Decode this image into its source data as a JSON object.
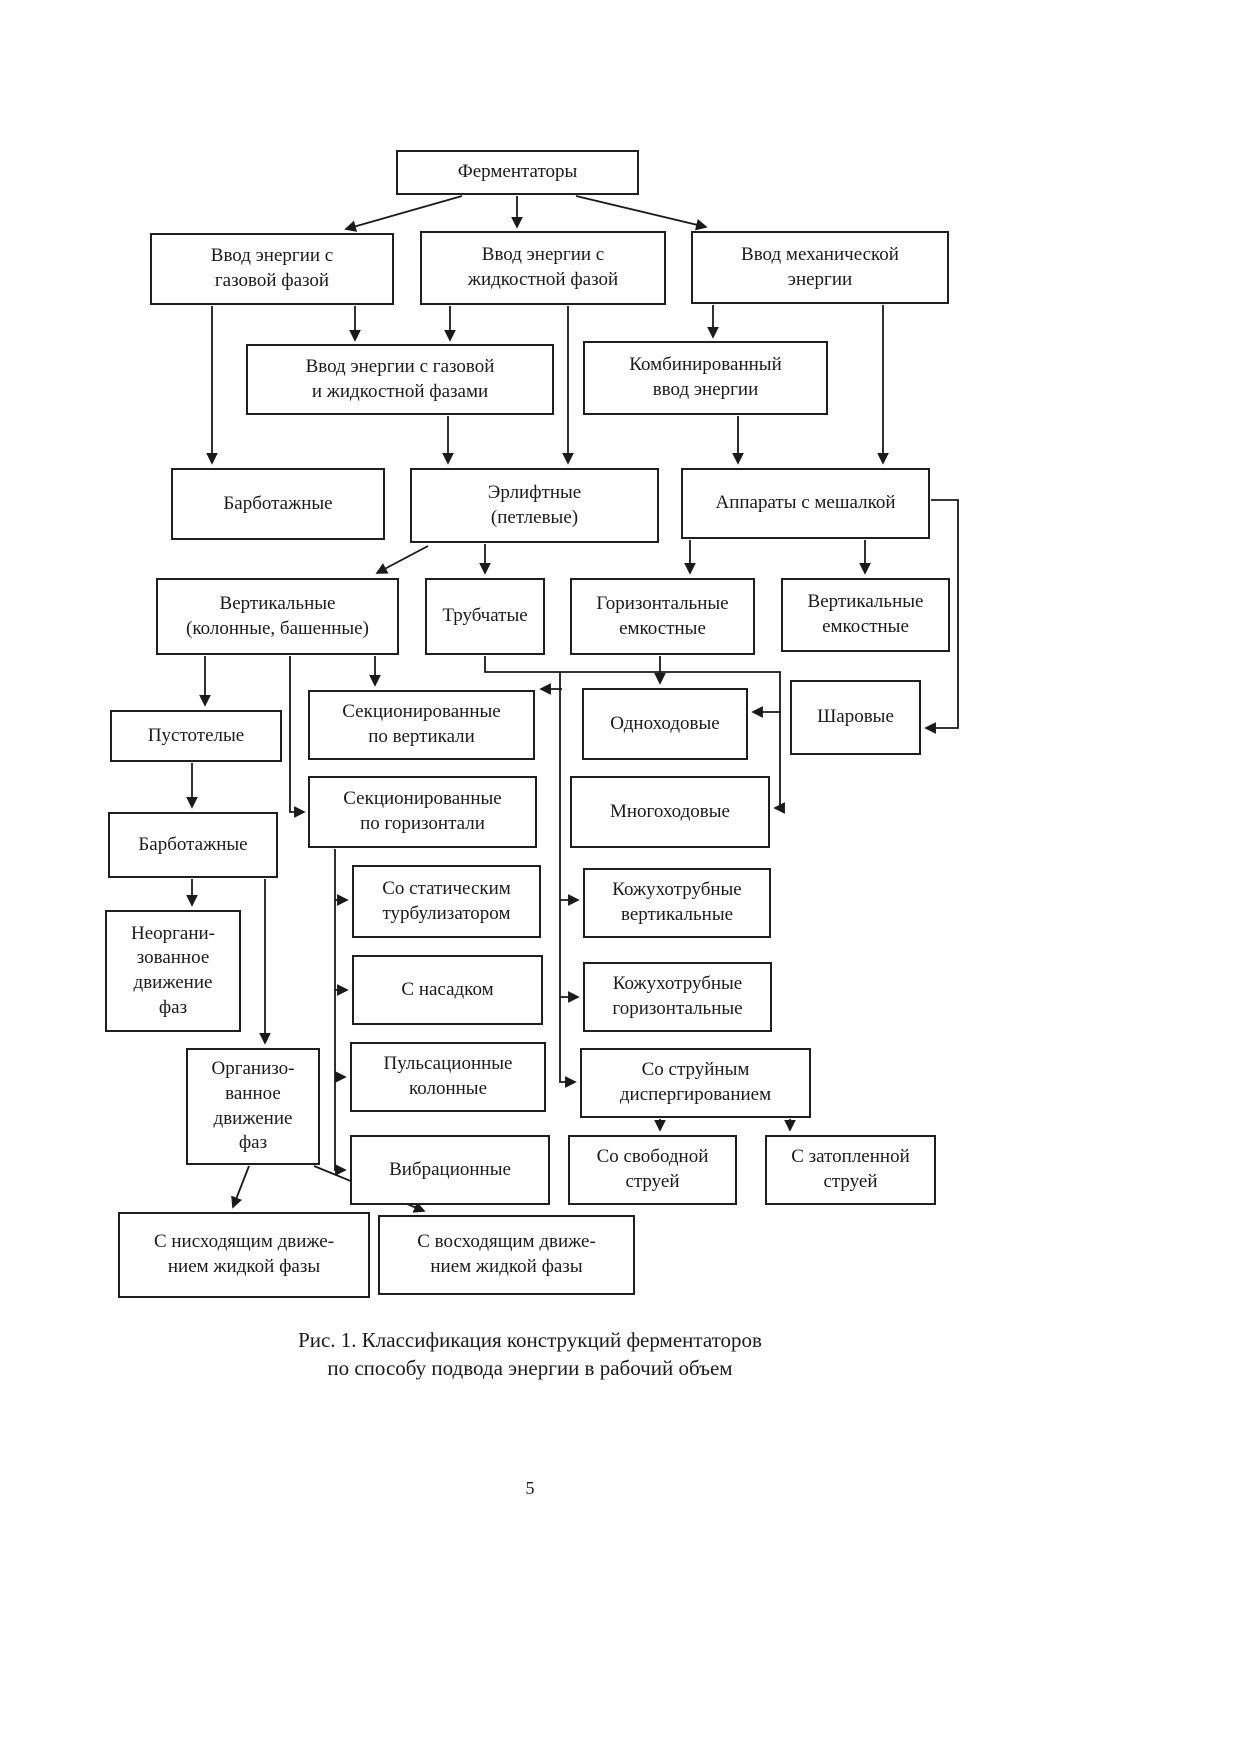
{
  "nodes": {
    "fermentatory": {
      "label": "Ферментаторы"
    },
    "energy_gas": {
      "label": "Ввод энергии с\nгазовой фазой"
    },
    "energy_liquid": {
      "label": "Ввод энергии с\nжидкостной фазой"
    },
    "energy_mech": {
      "label": "Ввод механической\nэнергии"
    },
    "energy_gas_liquid": {
      "label": "Ввод энергии с газовой\nи жидкостной фазами"
    },
    "combined": {
      "label": "Комбинированный\nввод энергии"
    },
    "bubbling_columns": {
      "label": "Барботажные"
    },
    "airlift": {
      "label": "Эрлифтные\n(петлевые)"
    },
    "stirred": {
      "label": "Аппараты с мешалкой"
    },
    "vertical_column": {
      "label": "Вертикальные\n(колонные, башенные)"
    },
    "tubular": {
      "label": "Трубчатые"
    },
    "horizontal_tank": {
      "label": "Горизонтальные\nемкостные"
    },
    "vertical_tank": {
      "label": "Вертикальные\nемкостные"
    },
    "hollow": {
      "label": "Пустотелые"
    },
    "sectioned_vertical": {
      "label": "Секционированные\nпо вертикали"
    },
    "single_pass": {
      "label": "Одноходовые"
    },
    "spherical": {
      "label": "Шаровые"
    },
    "sectioned_horizontal": {
      "label": "Секционированные\nпо горизонтали"
    },
    "multi_pass": {
      "label": "Многоходовые"
    },
    "bubbling_moving": {
      "label": "Барботажные"
    },
    "static_turbulizer": {
      "label": "Со статическим\nтурбулизатором"
    },
    "shell_tube_vertical": {
      "label": "Кожухотрубные\nвертикальные"
    },
    "unorganized": {
      "label": "Неоргани-\nзованное\nдвижение\nфаз"
    },
    "packed": {
      "label": "С насадком"
    },
    "shell_tube_horizontal": {
      "label": "Кожухотрубные\nгоризонтальные"
    },
    "organized": {
      "label": "Организо-\nванное\nдвижение\nфаз"
    },
    "pulsation_columns": {
      "label": "Пульсационные\nколонные"
    },
    "jet_dispersion": {
      "label": "Со струйным\nдиспергированием"
    },
    "vibration": {
      "label": "Вибрационные"
    },
    "free_jet": {
      "label": "Со свободной\nструей"
    },
    "submerged_jet": {
      "label": "С затопленной\nструей"
    },
    "descending": {
      "label": "С нисходящим движе-\nнием жидкой фазы"
    },
    "ascending": {
      "label": "С восходящим движе-\nнием жидкой фазы"
    }
  },
  "edges": [
    {
      "from": "fermentatory",
      "to": "energy_gas"
    },
    {
      "from": "fermentatory",
      "to": "energy_liquid"
    },
    {
      "from": "fermentatory",
      "to": "energy_mech"
    },
    {
      "from": "energy_gas",
      "to": "energy_gas_liquid"
    },
    {
      "from": "energy_liquid",
      "to": "energy_gas_liquid"
    },
    {
      "from": "energy_mech",
      "to": "combined"
    },
    {
      "from": "energy_gas",
      "to": "bubbling_columns"
    },
    {
      "from": "energy_gas_liquid",
      "to": "airlift"
    },
    {
      "from": "energy_liquid",
      "to": "airlift"
    },
    {
      "from": "combined",
      "to": "stirred"
    },
    {
      "from": "energy_mech",
      "to": "stirred"
    },
    {
      "from": "airlift",
      "to": "vertical_column"
    },
    {
      "from": "airlift",
      "to": "tubular"
    },
    {
      "from": "stirred",
      "to": "horizontal_tank"
    },
    {
      "from": "stirred",
      "to": "vertical_tank"
    },
    {
      "from": "stirred",
      "to": "spherical"
    },
    {
      "from": "vertical_column",
      "to": "hollow"
    },
    {
      "from": "vertical_column",
      "to": "sectioned_vertical"
    },
    {
      "from": "vertical_column",
      "to": "sectioned_horizontal"
    },
    {
      "from": "tubular",
      "to": "sectioned_vertical"
    },
    {
      "from": "tubular",
      "to": "single_pass"
    },
    {
      "from": "tubular",
      "to": "multi_pass"
    },
    {
      "from": "horizontal_tank",
      "to": "single_pass"
    },
    {
      "from": "tubular",
      "to": "shell_tube_vertical"
    },
    {
      "from": "tubular",
      "to": "shell_tube_horizontal"
    },
    {
      "from": "tubular",
      "to": "jet_dispersion"
    },
    {
      "from": "sectioned_horizontal",
      "to": "static_turbulizer"
    },
    {
      "from": "sectioned_horizontal",
      "to": "packed"
    },
    {
      "from": "sectioned_horizontal",
      "to": "pulsation_columns"
    },
    {
      "from": "sectioned_horizontal",
      "to": "vibration"
    },
    {
      "from": "hollow",
      "to": "bubbling_moving"
    },
    {
      "from": "bubbling_moving",
      "to": "unorganized"
    },
    {
      "from": "bubbling_moving",
      "to": "organized"
    },
    {
      "from": "organized",
      "to": "descending"
    },
    {
      "from": "organized",
      "to": "ascending"
    },
    {
      "from": "jet_dispersion",
      "to": "free_jet"
    },
    {
      "from": "jet_dispersion",
      "to": "submerged_jet"
    }
  ],
  "caption": "Рис. 1. Классификация конструкций ферментаторов\nпо способу подвода энергии в рабочий объем",
  "page_number": "5"
}
